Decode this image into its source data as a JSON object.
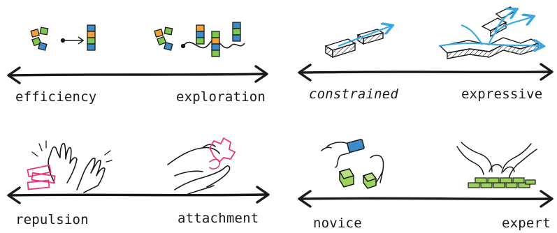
{
  "panels": {
    "top_left": {
      "left_label": "efficiency",
      "right_label": "exploration"
    },
    "top_right": {
      "left_label": "constrained",
      "right_label": "expressive"
    },
    "bottom_left": {
      "left_label": "repulsion",
      "right_label": "attachment"
    },
    "bottom_right": {
      "left_label": "novice",
      "right_label": "expert"
    }
  },
  "colors": {
    "ink": "#1a1a1a",
    "orange": "#f0a23a",
    "green": "#7ec850",
    "blue": "#3d8bc9",
    "cyan": "#3aa7e0",
    "pink": "#e8387a",
    "lime": "#9bd25a",
    "gray": "#c9c9c9"
  },
  "icons": [
    "scattered-blocks-icon",
    "stacked-blocks-icon",
    "wandering-path-blocks-icon",
    "straight-track-icon",
    "branching-track-icon",
    "repelling-hands-icon",
    "attaching-hands-icon",
    "novice-hands-icon",
    "expert-hands-icon"
  ]
}
